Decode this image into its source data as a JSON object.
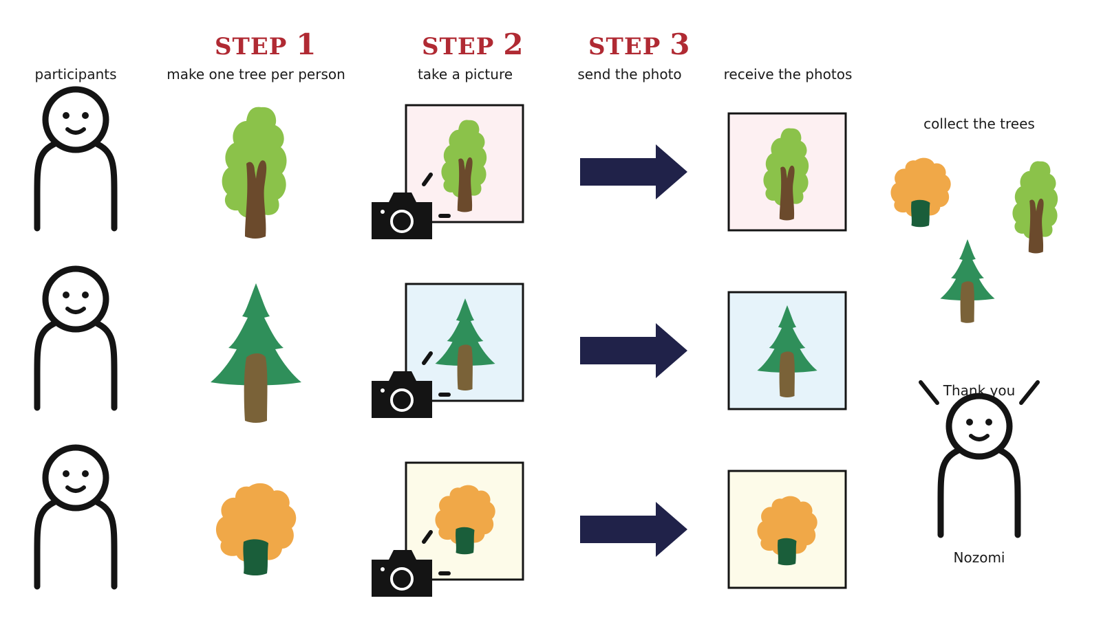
{
  "steps": [
    {
      "word": "STEP",
      "num": "1"
    },
    {
      "word": "STEP",
      "num": "2"
    },
    {
      "word": "STEP",
      "num": "3"
    }
  ],
  "captions": {
    "participants": "participants",
    "make": "make one tree per person",
    "take": "take a picture",
    "send": "send the photo",
    "receive": "receive the photos",
    "collect": "collect the trees",
    "thanks": "Thank you",
    "name": "Nozomi"
  },
  "colors": {
    "step_red": "#b02a33",
    "arrow_navy": "#202249",
    "tree_light_green": "#8bc24a",
    "tree_dark_green": "#2f8f5a",
    "tree_orange": "#f0a848",
    "trunk_brown": "#6b4a2c",
    "trunk_olive": "#7a6238",
    "trunk_green": "#1a5e3a",
    "photo_pink": "#fdf0f2",
    "photo_blue": "#e6f3fa",
    "photo_cream": "#fdfbe9"
  },
  "rows": [
    {
      "tree": "leafy-green-tree",
      "photo_bg": "#fdf0f2"
    },
    {
      "tree": "fir-tree",
      "photo_bg": "#e6f3fa"
    },
    {
      "tree": "orange-bush-tree",
      "photo_bg": "#fdfbe9"
    }
  ]
}
